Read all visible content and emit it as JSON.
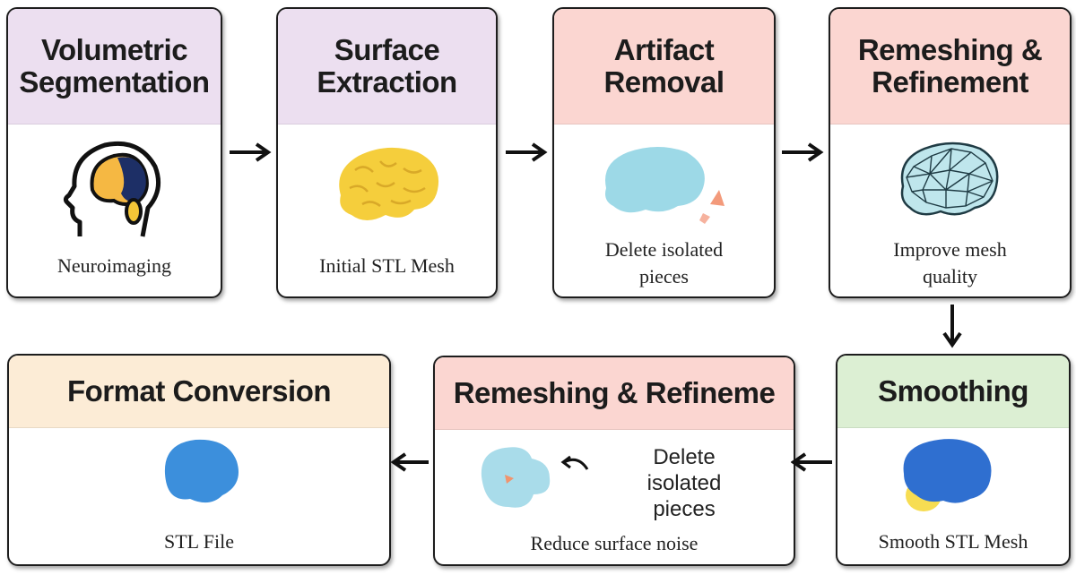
{
  "stages": {
    "volumetric_segmentation": {
      "title": "Volumetric Segmentation",
      "caption": "Neuroimaging",
      "icon": "head-brain-icon"
    },
    "surface_extraction": {
      "title": "Surface Extraction",
      "caption": "Initial STL Mesh",
      "icon": "yellow-brain-icon"
    },
    "artifact_removal": {
      "title": "Artifact Removal",
      "caption": "Delete isolated pieces",
      "icon": "brain-with-fragments-icon"
    },
    "remeshing_refinement": {
      "title": "Remeshing & Refinement",
      "caption": "Improve mesh quality",
      "icon": "wireframe-brain-icon"
    },
    "smoothing": {
      "title": "Smoothing",
      "caption": "Smooth STL Mesh",
      "icon": "smooth-brain-icon"
    },
    "remeshing_refineme": {
      "title": "Remeshing & Refineme",
      "caption": "Reduce surface noise",
      "side_text": "Delete isolated pieces",
      "icon": "blob-with-fragment-icon"
    },
    "format_conversion": {
      "title": "Format Conversion",
      "caption": "STL File",
      "icon": "blue-blob-icon"
    }
  },
  "colors": {
    "purple_header": "#ecdff0",
    "pink_header": "#fbd6d1",
    "cream_header": "#fcecd6",
    "green_header": "#dcefd3",
    "border": "#1d1d1d"
  }
}
